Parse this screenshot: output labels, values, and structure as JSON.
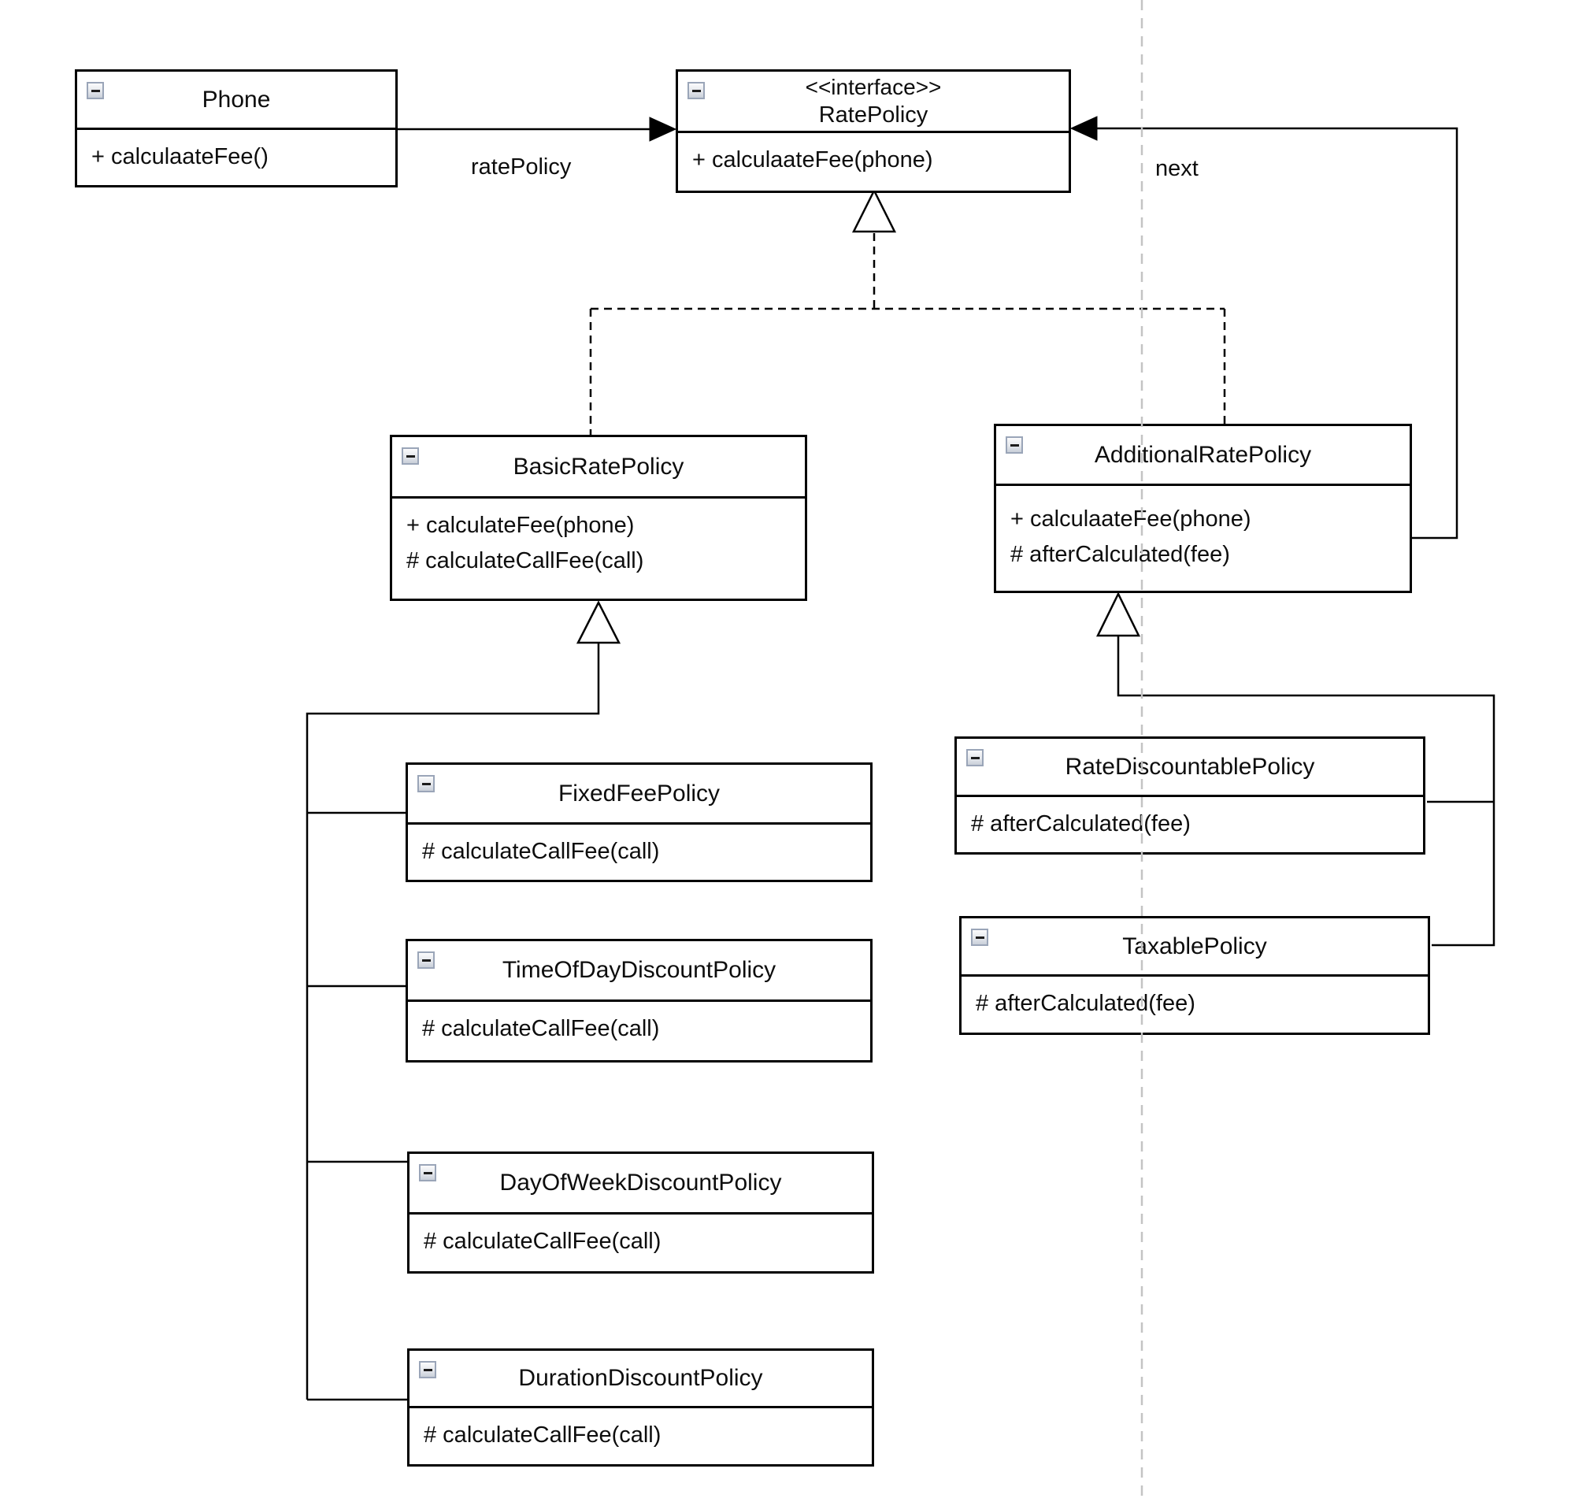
{
  "diagram": {
    "background_color": "#ffffff",
    "line_color": "#000000",
    "guide_line_color": "#c4c4c4"
  },
  "labels": {
    "rate_policy": "ratePolicy",
    "next": "next"
  },
  "icons": {
    "collapse": "minus-box"
  },
  "classes": {
    "phone": {
      "title": "Phone",
      "methods": [
        "+ calculaateFee()"
      ]
    },
    "rate_policy": {
      "stereotype": "<<interface>>",
      "title": "RatePolicy",
      "methods": [
        "+ calculaateFee(phone)"
      ]
    },
    "basic_rate_policy": {
      "title": "BasicRatePolicy",
      "methods": [
        "+ calculateFee(phone)",
        "# calculateCallFee(call)"
      ]
    },
    "additional_rate_policy": {
      "title": "AdditionalRatePolicy",
      "methods": [
        "+ calculaateFee(phone)",
        "# afterCalculated(fee)"
      ]
    },
    "fixed_fee_policy": {
      "title": "FixedFeePolicy",
      "methods": [
        "# calculateCallFee(call)"
      ]
    },
    "time_of_day_discount_policy": {
      "title": "TimeOfDayDiscountPolicy",
      "methods": [
        "# calculateCallFee(call)"
      ]
    },
    "day_of_week_discount_policy": {
      "title": "DayOfWeekDiscountPolicy",
      "methods": [
        "# calculateCallFee(call)"
      ]
    },
    "duration_discount_policy": {
      "title": "DurationDiscountPolicy",
      "methods": [
        "# calculateCallFee(call)"
      ]
    },
    "rate_discountable_policy": {
      "title": "RateDiscountablePolicy",
      "methods": [
        "# afterCalculated(fee)"
      ]
    },
    "taxable_policy": {
      "title": "TaxablePolicy",
      "methods": [
        "# afterCalculated(fee)"
      ]
    }
  },
  "relationships": {
    "phone_to_ratepolicy": "association (ratePolicy)",
    "additional_to_ratepolicy": "association (next)",
    "basic_realizes_ratepolicy": "realization",
    "additional_realizes_ratepolicy": "realization",
    "left_subclasses_extend_basic": "generalization",
    "right_subclasses_extend_additional": "generalization"
  }
}
